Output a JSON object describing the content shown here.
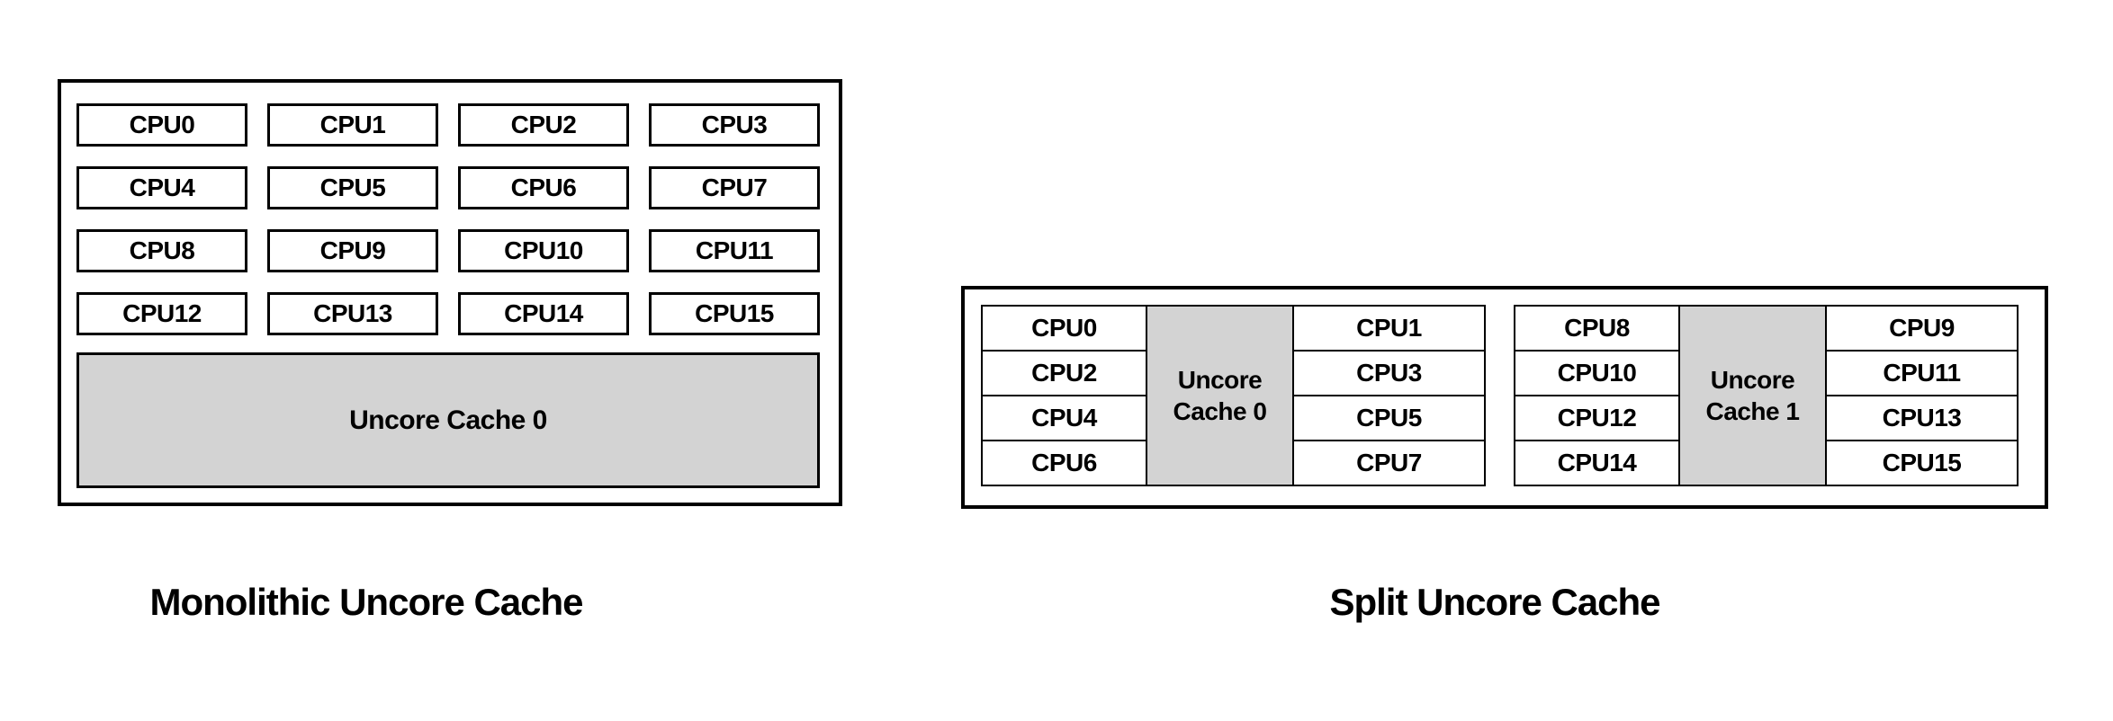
{
  "colors": {
    "background": "#ffffff",
    "border": "#000000",
    "cache_fill": "#d3d3d3",
    "text": "#000000"
  },
  "monolithic": {
    "caption": "Monolithic Uncore Cache",
    "cpu_rows": [
      [
        "CPU0",
        "CPU1",
        "CPU2",
        "CPU3"
      ],
      [
        "CPU4",
        "CPU5",
        "CPU6",
        "CPU7"
      ],
      [
        "CPU8",
        "CPU9",
        "CPU10",
        "CPU11"
      ],
      [
        "CPU12",
        "CPU13",
        "CPU14",
        "CPU15"
      ]
    ],
    "cache_label": "Uncore Cache 0"
  },
  "split": {
    "caption": "Split Uncore Cache",
    "clusters": [
      {
        "left_cpus": [
          "CPU0",
          "CPU2",
          "CPU4",
          "CPU6"
        ],
        "cache_label": "Uncore Cache 0",
        "right_cpus": [
          "CPU1",
          "CPU3",
          "CPU5",
          "CPU7"
        ]
      },
      {
        "left_cpus": [
          "CPU8",
          "CPU10",
          "CPU12",
          "CPU14"
        ],
        "cache_label": "Uncore Cache 1",
        "right_cpus": [
          "CPU9",
          "CPU11",
          "CPU13",
          "CPU15"
        ]
      }
    ]
  }
}
